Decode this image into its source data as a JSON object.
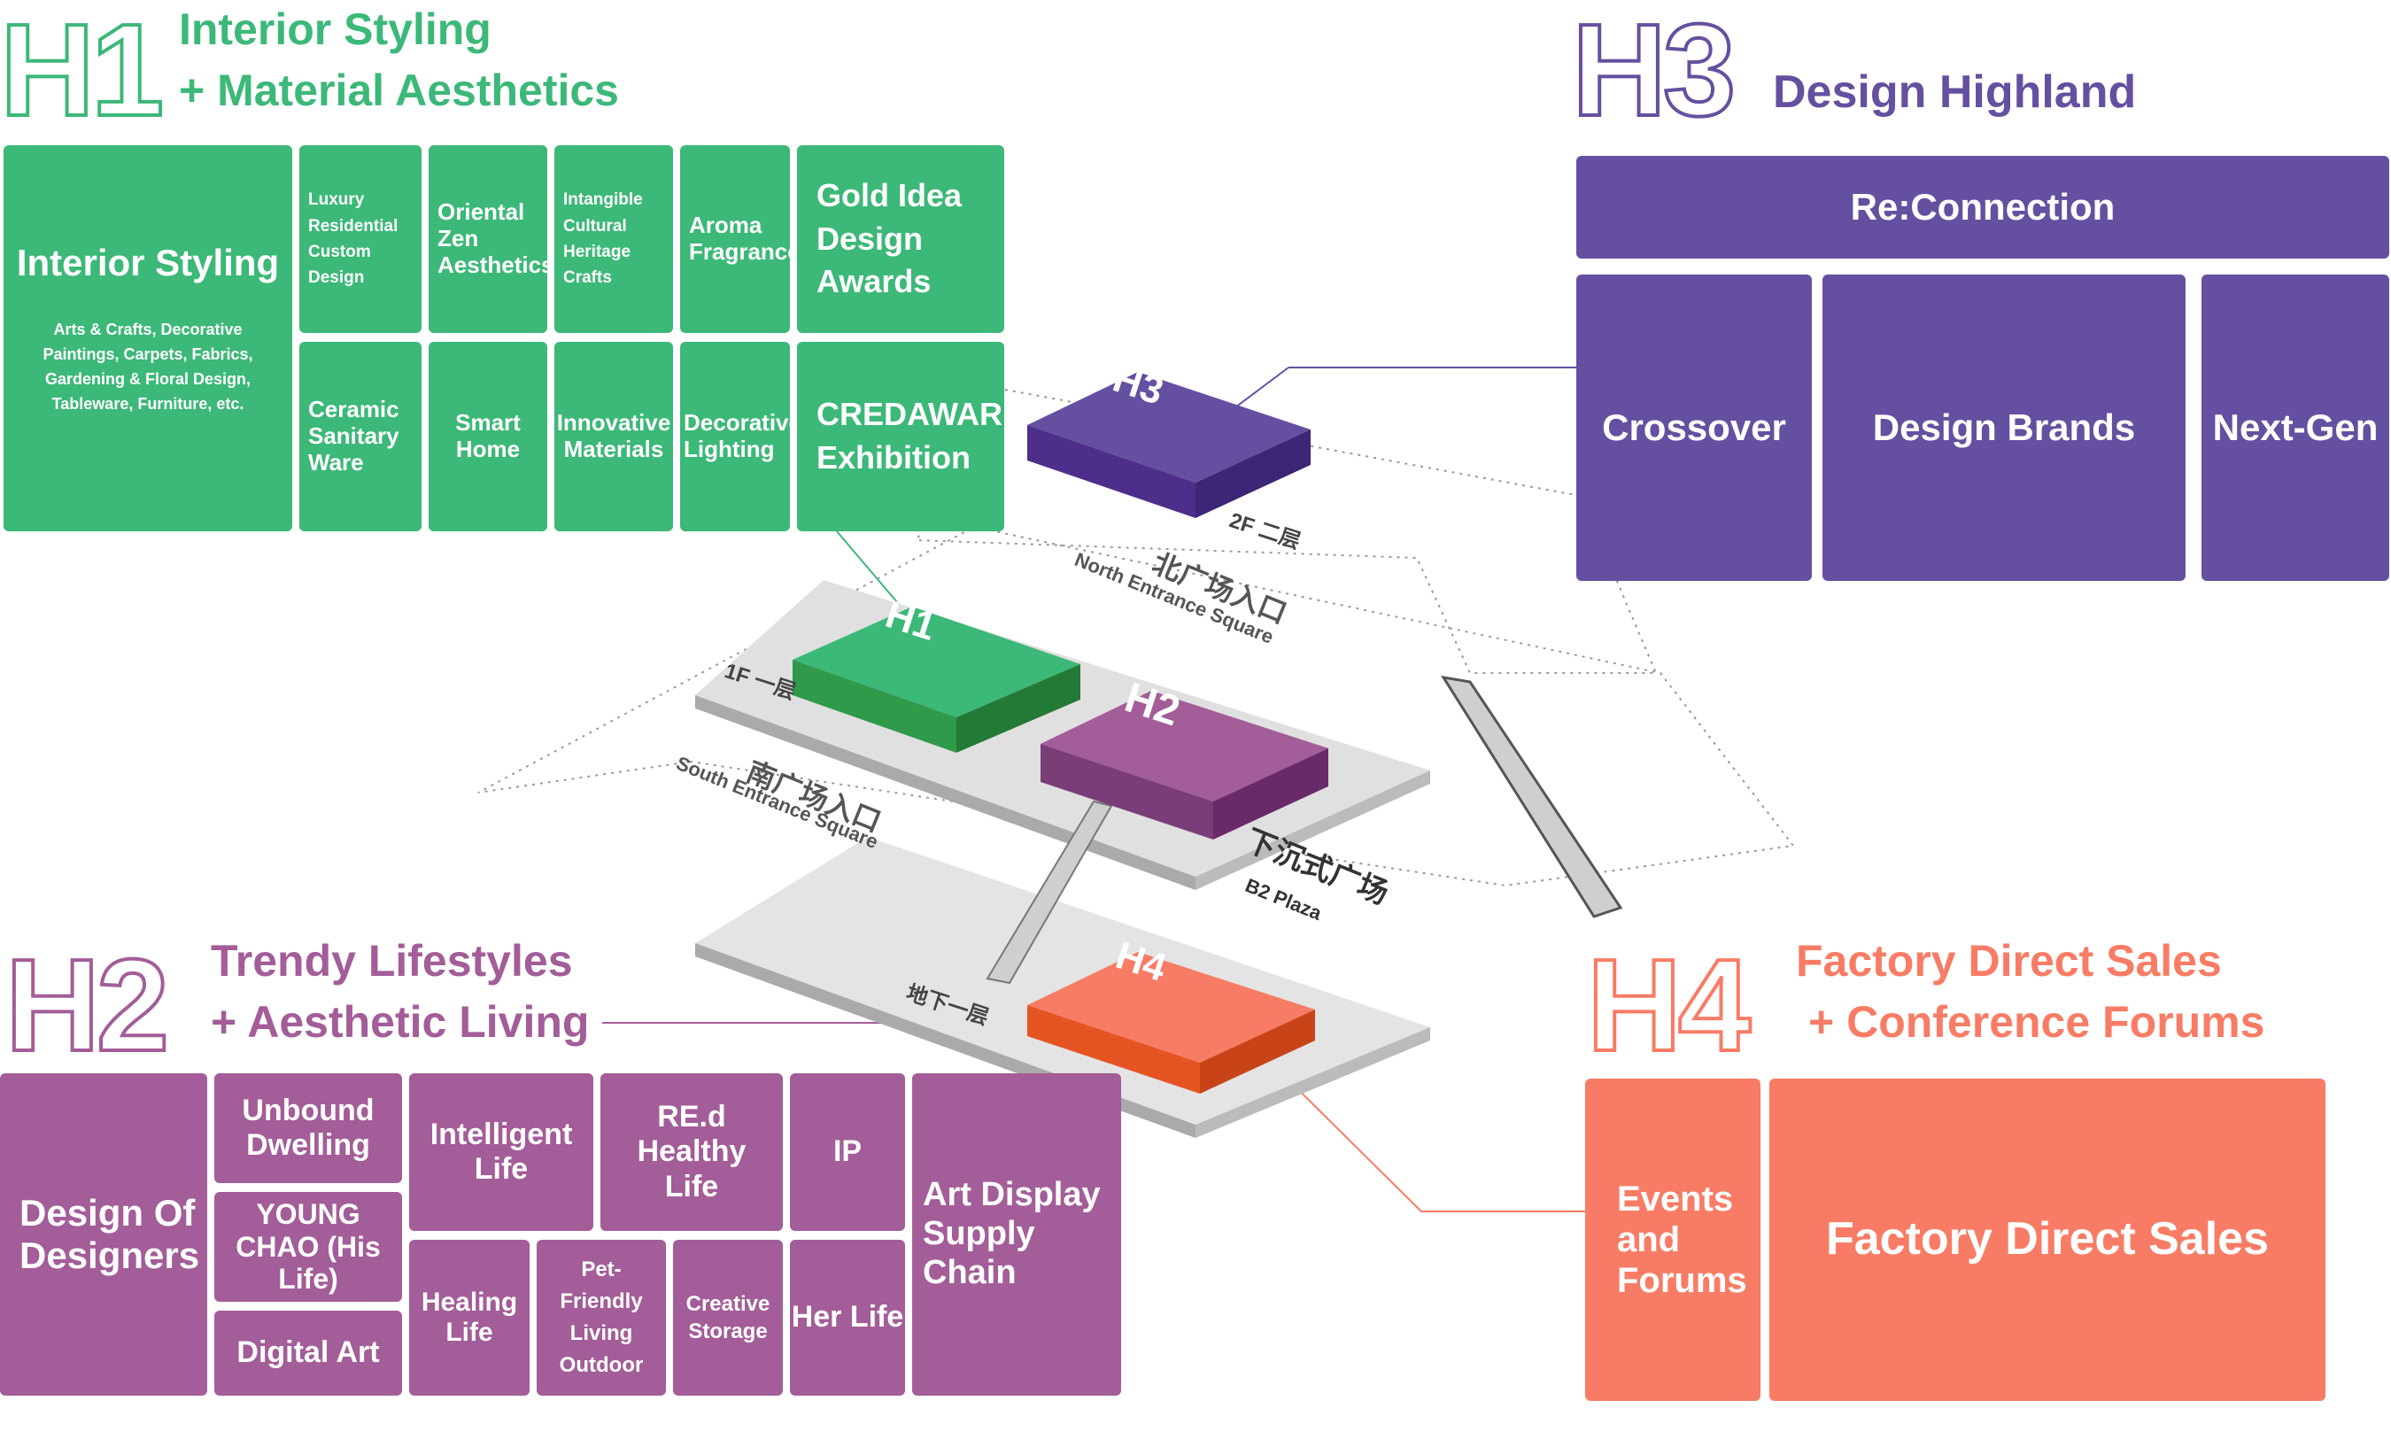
{
  "colors": {
    "h1": "#3cb878",
    "h2": "#a35d98",
    "h3": "#654fa0",
    "h4": "#f87c65",
    "floor": "#d9d9d9",
    "floor_dark": "#a8a8a8"
  },
  "h1": {
    "code": "H1",
    "title_line1": "Interior Styling",
    "title_line2": "+ Material Aesthetics",
    "tiles": {
      "interior_styling": {
        "title": "Interior Styling",
        "desc": "Arts & Crafts, Decorative Paintings, Carpets, Fabrics, Gardening & Floral Design, Tableware, Furniture, etc."
      },
      "luxury": "Luxury Residential Custom Design",
      "oriental": "Oriental Zen Aesthetics",
      "intangible": "Intangible Cultural Heritage Crafts",
      "aroma": "Aroma Fragrance",
      "gold_idea": "Gold Idea Design Awards",
      "ceramic": "Ceramic Sanitary Ware",
      "smart_home": "Smart Home",
      "innovative": "Innovative Materials",
      "lighting": "Decorative Lighting",
      "credaward": "CREDAWARD Exhibition"
    }
  },
  "h3": {
    "code": "H3",
    "title": "Design Highland",
    "tiles": {
      "reconnection": "Re:Connection",
      "crossover": "Crossover",
      "design_brands": "Design Brands",
      "next_gen": "Next-Gen"
    }
  },
  "h2": {
    "code": "H2",
    "title_line1": "Trendy Lifestyles",
    "title_line2": "+ Aesthetic Living",
    "tiles": {
      "design_of_designers": "Design Of Designers",
      "unbound": "Unbound Dwelling",
      "young_chao": "YOUNG CHAO (His Life)",
      "digital_art": "Digital Art",
      "intelligent": "Intelligent Life",
      "red": "RE.d Healthy Life",
      "ip": "IP",
      "art_display": "Art Display Supply Chain",
      "healing": "Healing Life",
      "pet_friendly": "Pet-Friendly Living Outdoor",
      "creative_storage": "Creative Storage",
      "her_life": "Her Life"
    }
  },
  "h4": {
    "code": "H4",
    "title_line1": "Factory Direct Sales",
    "title_line2": "+ Conference Forums",
    "tiles": {
      "events": "Events and Forums",
      "factory": "Factory Direct Sales"
    }
  },
  "map": {
    "floor_2f": "2F 二层",
    "floor_1f": "1F 一层",
    "floor_b2": "地下一层",
    "north_cn": "北广场入口",
    "north_en": "North Entrance Square",
    "south_cn": "南广场入口",
    "south_en": "South Entrance Square",
    "plaza_cn": "下沉式广场",
    "plaza_en": "B2 Plaza",
    "block_h1": "H1",
    "block_h2": "H2",
    "block_h3": "H3",
    "block_h4": "H4"
  }
}
